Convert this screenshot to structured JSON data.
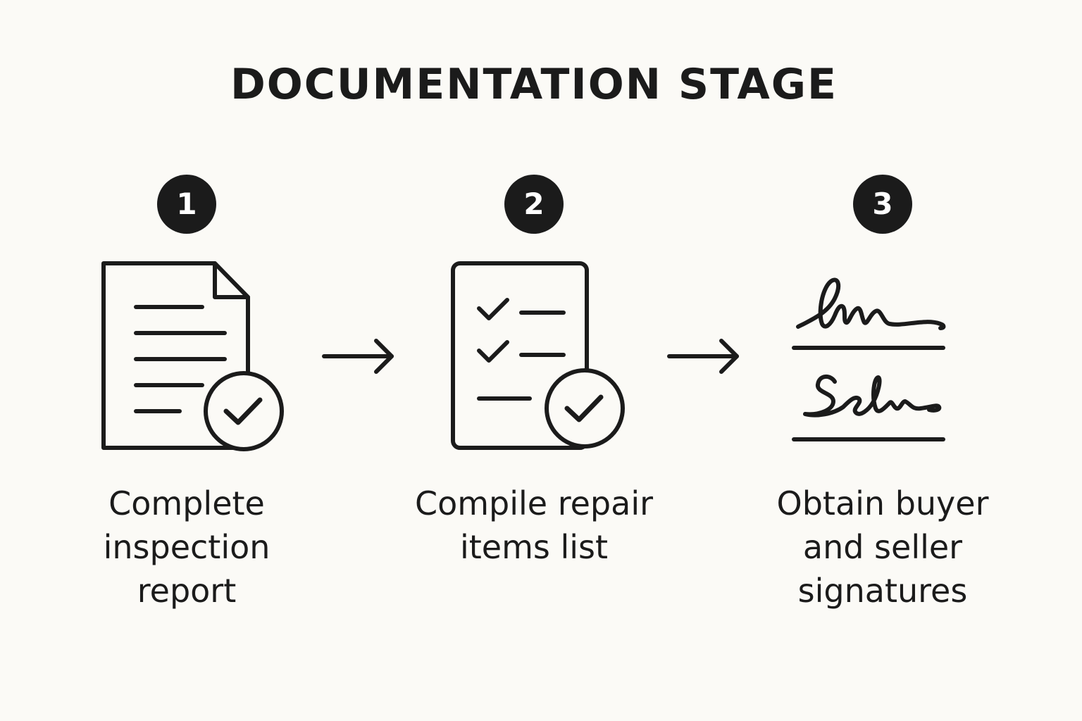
{
  "title": "DOCUMENTATION STAGE",
  "steps": [
    {
      "number": "1",
      "label": "Complete inspection report",
      "icon": "inspection-report-icon"
    },
    {
      "number": "2",
      "label": "Compile repair items list",
      "icon": "checklist-icon"
    },
    {
      "number": "3",
      "label": "Obtain buyer and seller signatures",
      "icon": "signatures-icon"
    }
  ],
  "colors": {
    "background": "#fbfaf6",
    "ink": "#1b1b1b"
  }
}
